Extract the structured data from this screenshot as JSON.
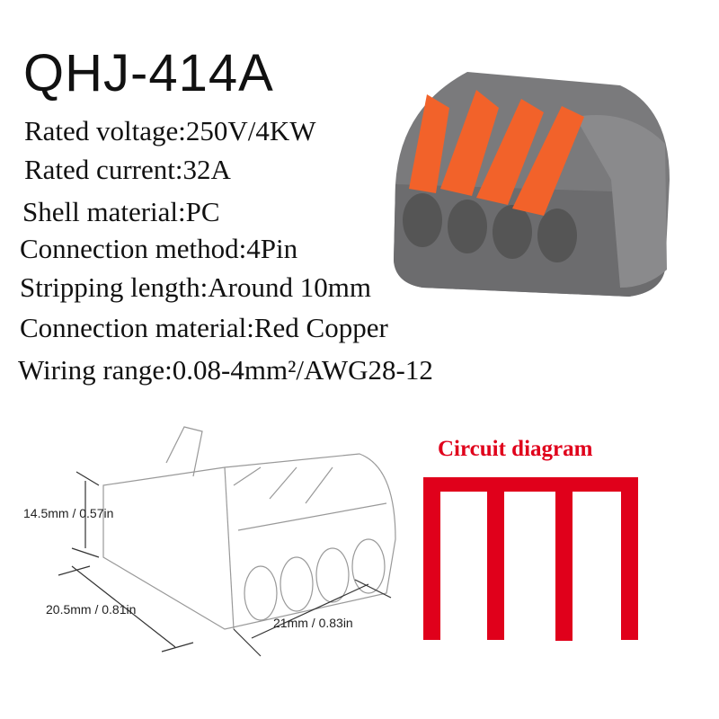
{
  "title": "QHJ-414A",
  "specs": [
    "Rated voltage:250V/4KW",
    "Rated current:32A",
    "Shell material:PC",
    "Connection method:4Pin",
    "Stripping length:Around 10mm",
    "Connection material:Red Copper",
    "Wiring range:0.08-4mm²/AWG28-12"
  ],
  "dimensions": {
    "height": "14.5mm / 0.57in",
    "depth": "20.5mm / 0.81in",
    "width": "21mm / 0.83in"
  },
  "circuit": {
    "title": "Circuit diagram",
    "color": "#e0001b"
  },
  "colors": {
    "body": "#7a7a7c",
    "lever": "#f2622a"
  }
}
